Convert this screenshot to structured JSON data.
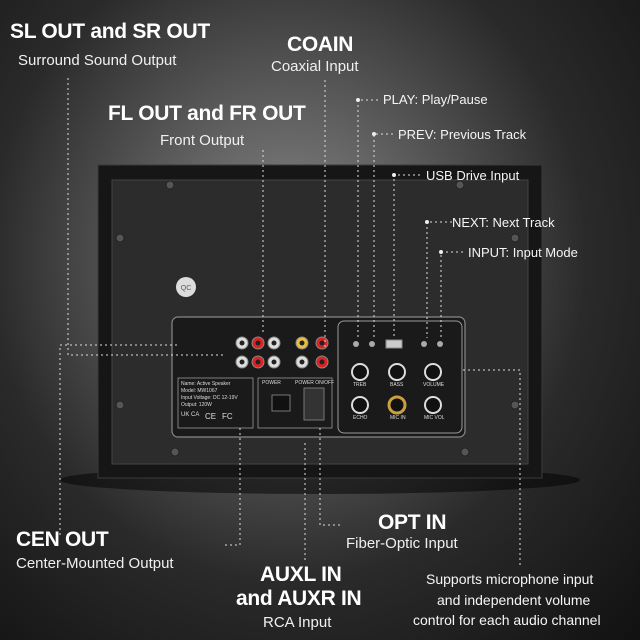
{
  "callouts": {
    "sl_sr": {
      "title": "SL OUT and SR OUT",
      "desc": "Surround Sound Output"
    },
    "coain": {
      "title": "COAIN",
      "desc": "Coaxial Input"
    },
    "fl_fr": {
      "title": "FL OUT and FR OUT",
      "desc": "Front Output"
    },
    "play": "PLAY:  Play/Pause",
    "prev": "PREV:  Previous Track",
    "usb": "USB Drive Input",
    "next": "NEXT:  Next Track",
    "input": "INPUT:  Input Mode",
    "cen": {
      "title": "CEN OUT",
      "desc": "Center-Mounted Output"
    },
    "opt": {
      "title": "OPT IN",
      "desc": "Fiber-Optic Input"
    },
    "aux": {
      "title1": "AUXL IN",
      "title2": "and AUXR IN",
      "desc": "RCA Input"
    },
    "mic": [
      "Supports microphone input",
      "and independent volume",
      "control for each audio channel"
    ]
  },
  "panel": {
    "knobs": [
      "TREB",
      "BASS",
      "VOLUME",
      "ECHO",
      "MIC IN",
      "MIC VOL"
    ],
    "label_lines": [
      "Name: Active Speaker",
      "Model: MW1067",
      "Input Voltage: DC 12-19V",
      "Output: 120W"
    ],
    "power_title": "POWER",
    "power_switch": "POWER ON/OFF",
    "marks": [
      "UK CA",
      "CE",
      "FC"
    ]
  },
  "colors": {
    "background": "#3a3a3a",
    "cabinet": "#1c1c1c",
    "text": "#ffffff"
  }
}
